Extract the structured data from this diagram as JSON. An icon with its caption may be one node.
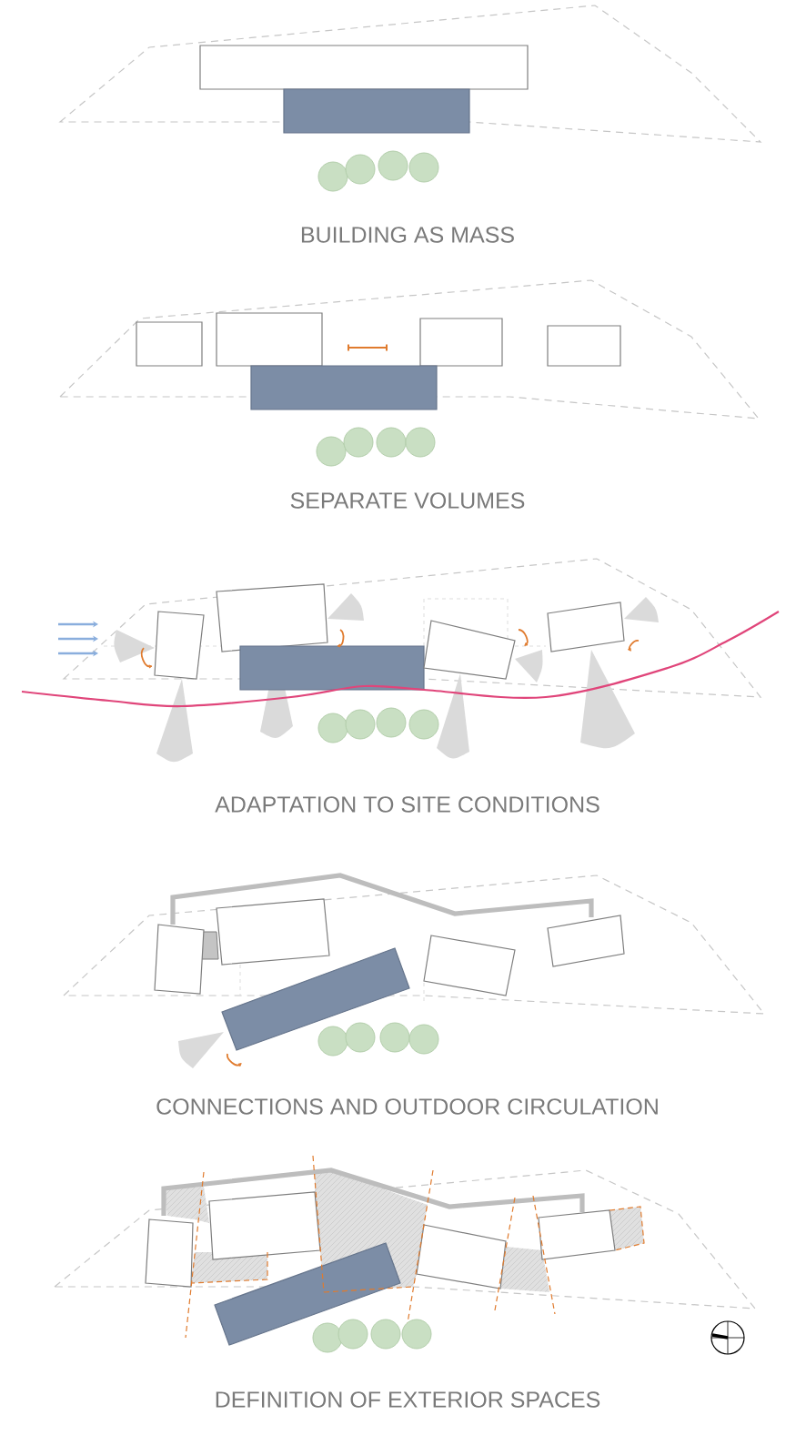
{
  "diagram": {
    "labels": [
      "BUILDING AS MASS",
      "SEPARATE VOLUMES",
      "ADAPTATION TO SITE CONDITIONS",
      "CONNECTIONS AND OUTDOOR CIRCULATION",
      "DEFINITION OF EXTERIOR SPACES"
    ]
  }
}
